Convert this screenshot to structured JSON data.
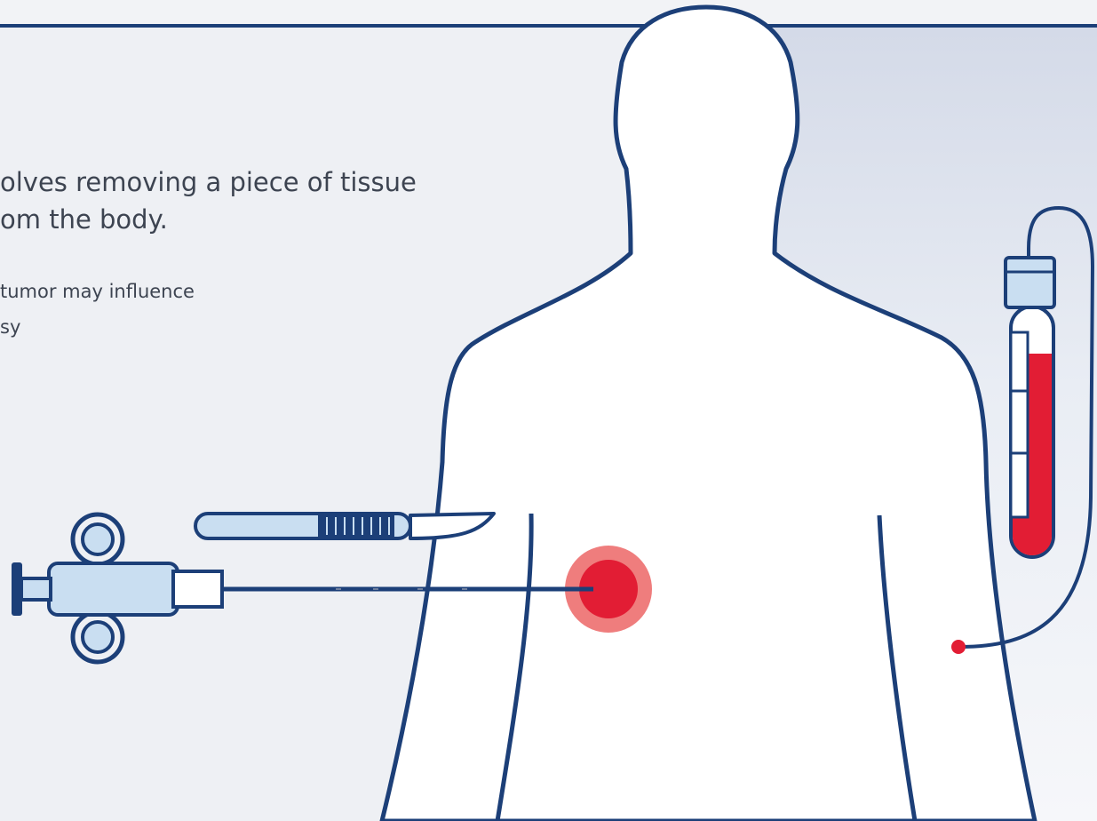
{
  "text": {
    "line1": "olves removing a piece of tissue",
    "line2": "om the body.",
    "line3": "tumor may influence",
    "line4": "sy"
  },
  "colors": {
    "outline": "#1c3f78",
    "tool_fill": "#c9def1",
    "tumor_inner": "#e21d34",
    "tumor_halo": "#ef7d7d",
    "blood": "#e21d34",
    "background": "#eef0f4"
  },
  "icons": {
    "body": "human-silhouette-icon",
    "scalpel": "scalpel-icon",
    "biopsy_needle": "biopsy-needle-icon",
    "tumor": "tumor-icon",
    "blood_tube": "blood-collection-tube-icon"
  }
}
